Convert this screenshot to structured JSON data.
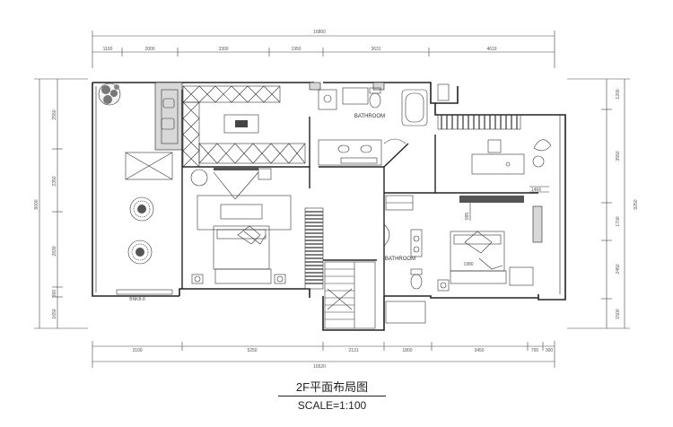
{
  "drawing": {
    "title": "2F平面布局图",
    "scale": "SCALE=1:100"
  },
  "dimensions": {
    "top_total": "16800",
    "top_segments": [
      "1100",
      "2000",
      "3300",
      "1950",
      "3631",
      "4619"
    ],
    "bottom_total": "16520",
    "bottom_segments": [
      "3100",
      "5250",
      "2131",
      "1800",
      "3450",
      "700",
      "300"
    ],
    "left_total": "8000",
    "left_segments": [
      "2550",
      "2350",
      "2830",
      "300",
      "1650"
    ],
    "right_total": "9250",
    "right_segments": [
      "1200",
      "3550",
      "1700",
      "2450",
      "1500"
    ],
    "inner_1466": "1466",
    "inner_995": "995",
    "inner_1980": "1980"
  },
  "rooms": {
    "bathroom_upper": "BATHROOM",
    "bathroom_lower": "BATHROOM"
  },
  "labels": {
    "balcony_note": "BNK8-8"
  }
}
